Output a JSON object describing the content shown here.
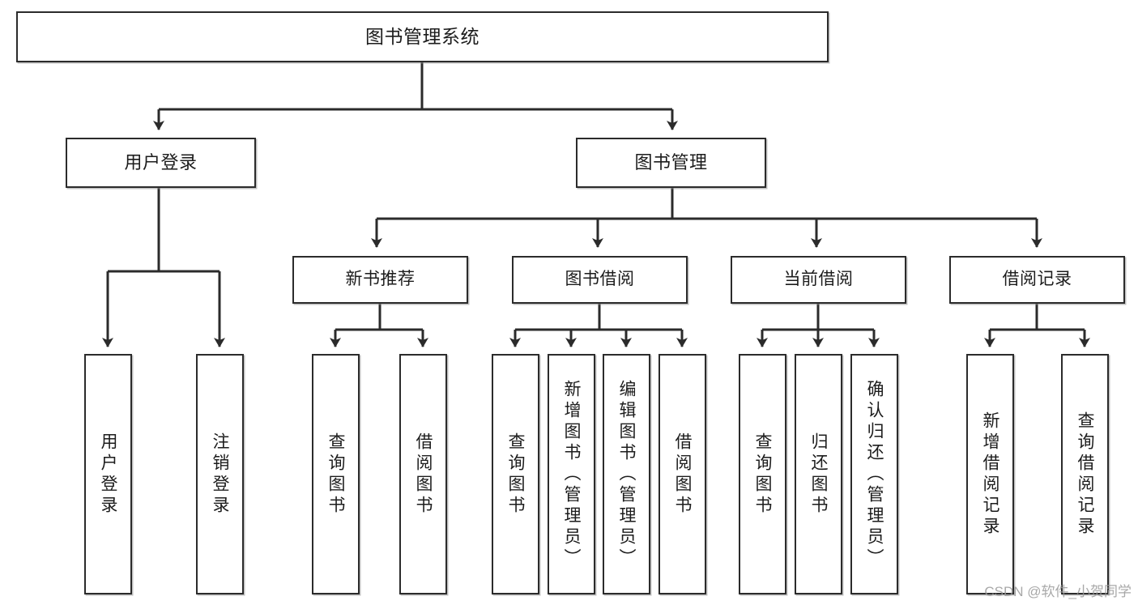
{
  "diagram": {
    "title": "图书管理系统",
    "type": "hierarchical-tree",
    "line_color": "#2b2b2b",
    "box_fill": "#ffffff",
    "text_color": "#1c1c1c"
  },
  "root": {
    "label": "图书管理系统"
  },
  "level2": [
    {
      "label": "用户登录"
    },
    {
      "label": "图书管理"
    }
  ],
  "level3": [
    {
      "label": "新书推荐"
    },
    {
      "label": "图书借阅"
    },
    {
      "label": "当前借阅"
    },
    {
      "label": "借阅记录"
    }
  ],
  "leaves": {
    "user_login": [
      {
        "label": "用户登录"
      },
      {
        "label": "注销登录"
      }
    ],
    "new_book": [
      {
        "label": "查询图书"
      },
      {
        "label": "借阅图书"
      }
    ],
    "book_borrow": [
      {
        "label": "查询图书"
      },
      {
        "label": "新增图书（管理员）"
      },
      {
        "label": "编辑图书（管理员）"
      },
      {
        "label": "借阅图书"
      }
    ],
    "current_borrow": [
      {
        "label": "查询图书"
      },
      {
        "label": "归还图书"
      },
      {
        "label": "确认归还（管理员）"
      }
    ],
    "borrow_record": [
      {
        "label": "新增借阅记录"
      },
      {
        "label": "查询借阅记录"
      }
    ]
  },
  "watermark": {
    "text": "CSDN @软件_小贺同学"
  }
}
